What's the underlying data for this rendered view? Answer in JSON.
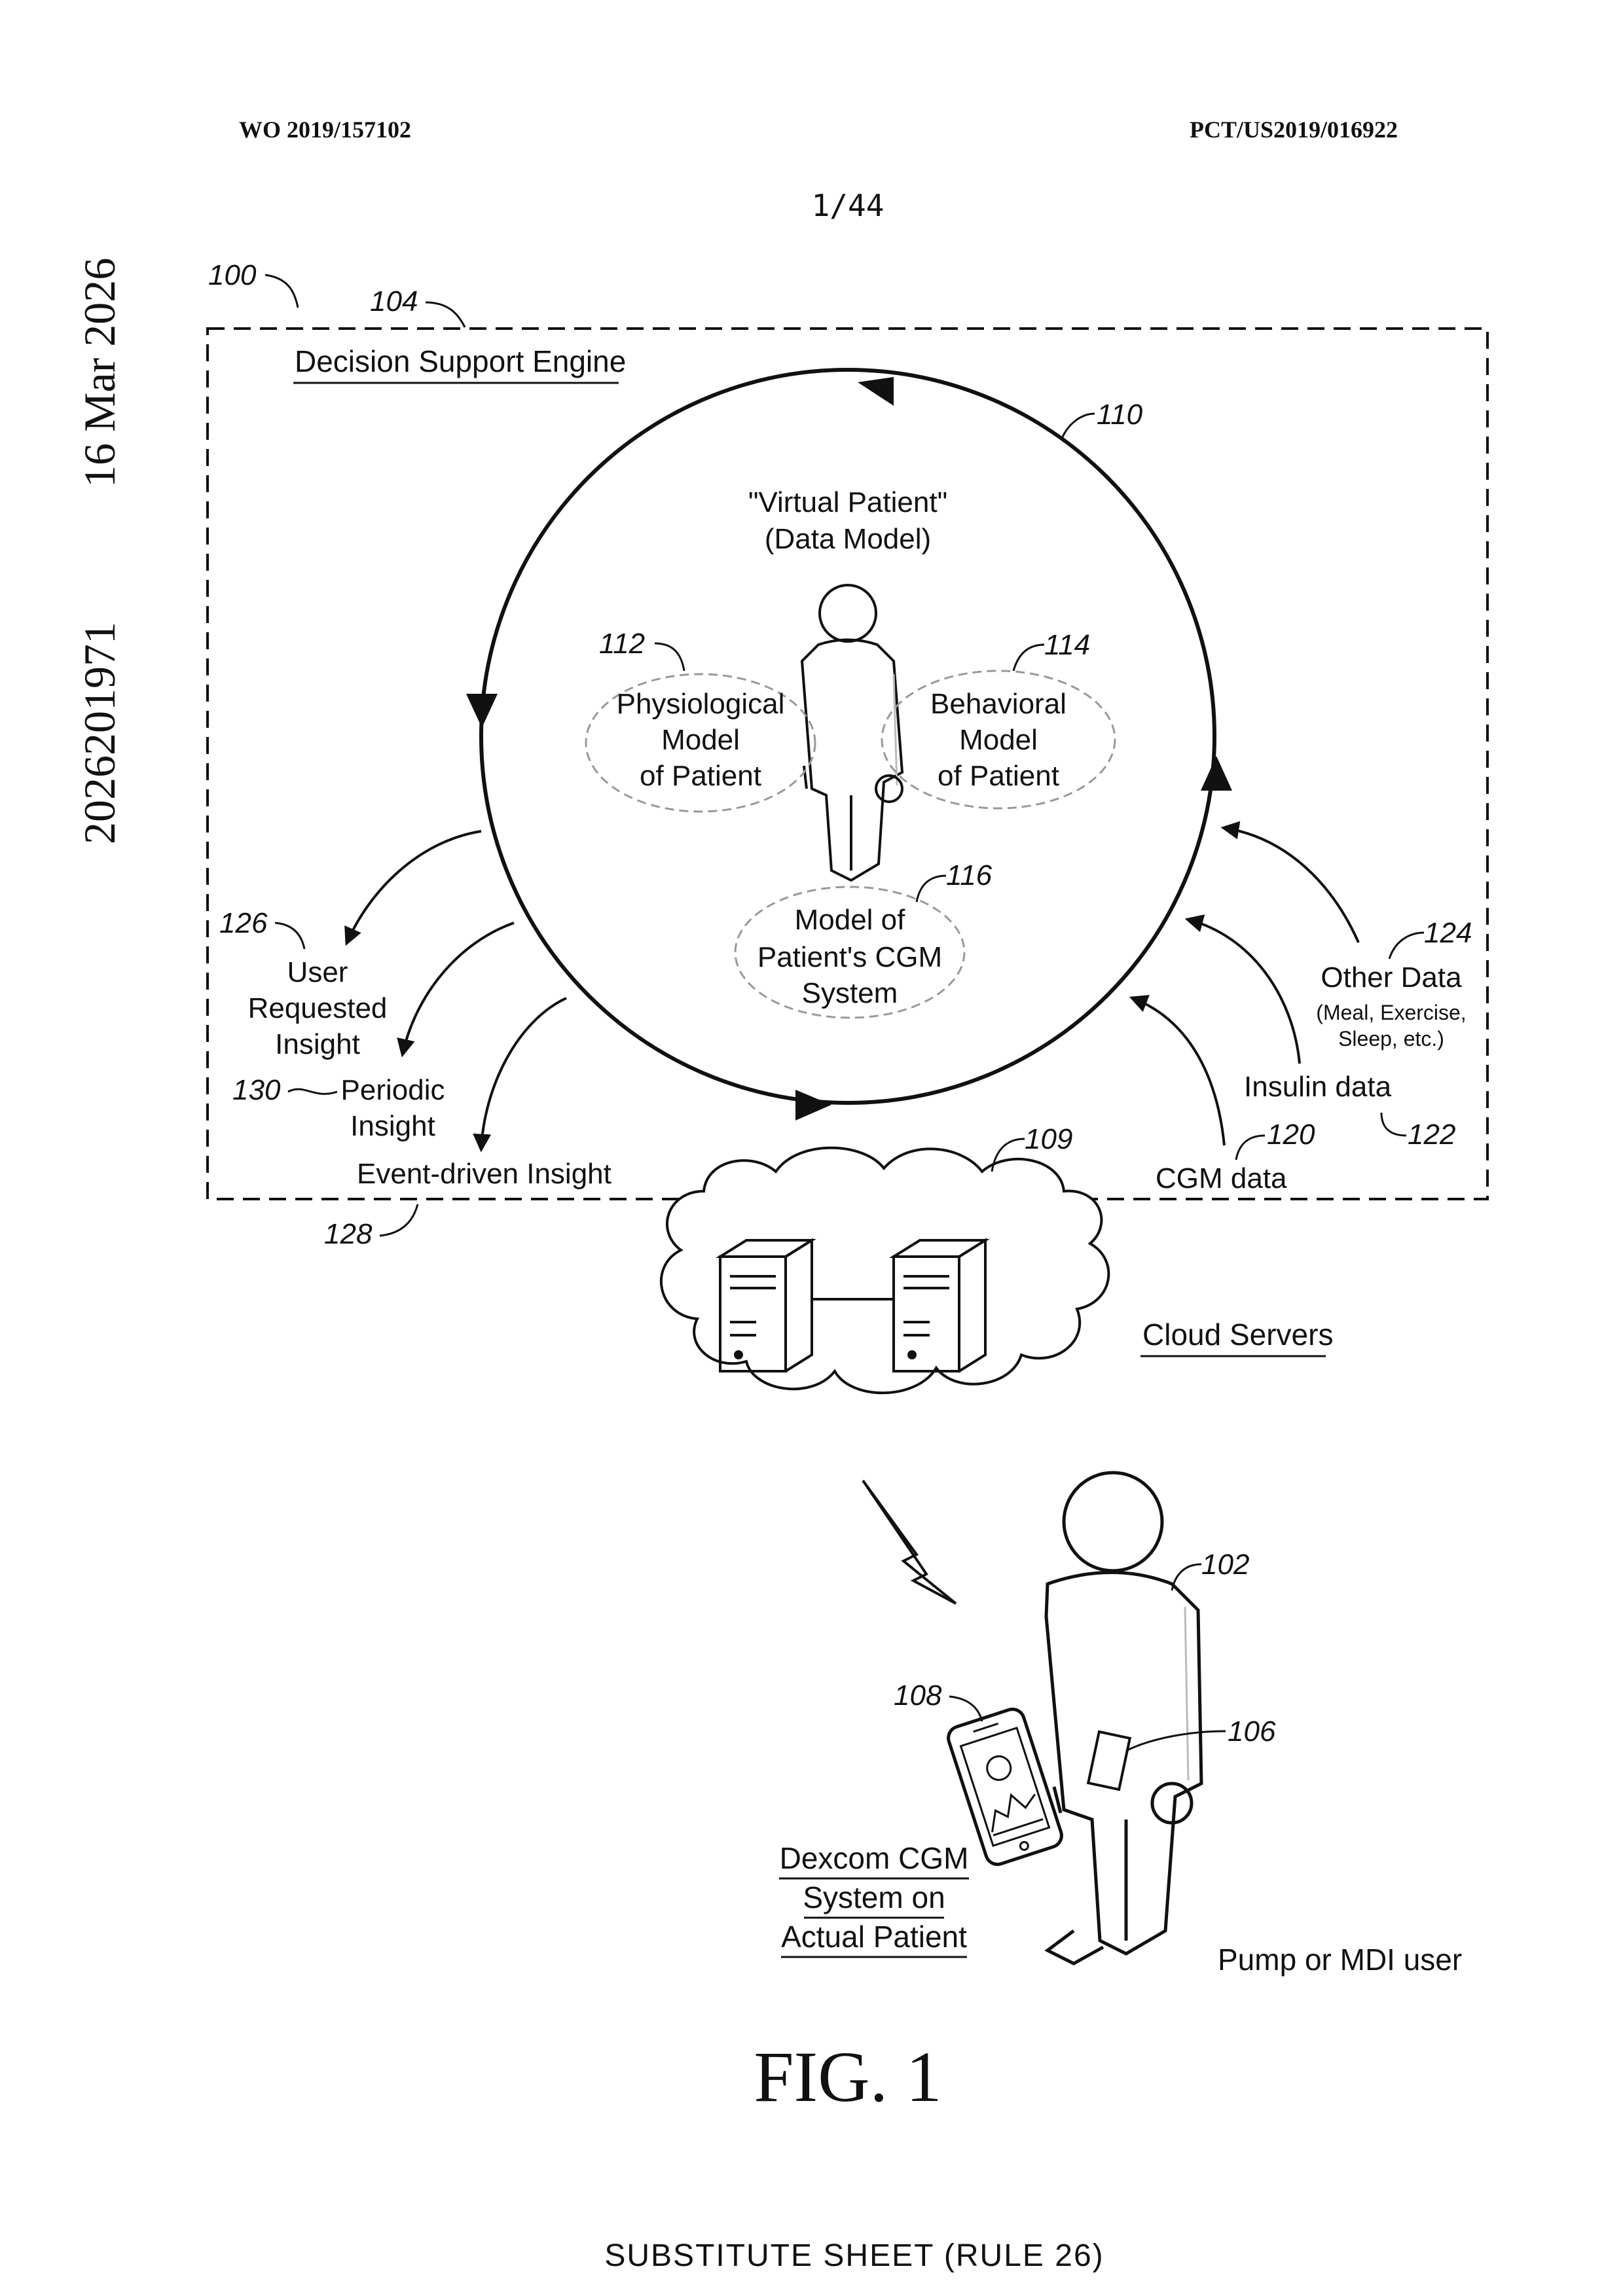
{
  "header": {
    "left": "WO 2019/157102",
    "right": "PCT/US2019/016922",
    "sheet": "1/44"
  },
  "side_stamp": {
    "date": "16 Mar 2026",
    "number": "2026201971"
  },
  "diagram": {
    "refs": {
      "system": "100",
      "engine": "104",
      "loop": "110",
      "physio": "112",
      "behavioral": "114",
      "cgm_model": "116",
      "cgm_data": "120",
      "insulin_data": "122",
      "other_data": "124",
      "user_requested": "126",
      "event_driven": "128",
      "periodic": "130",
      "cloud": "109",
      "patient": "102",
      "sensor": "106",
      "phone": "108"
    },
    "engine_title": "Decision Support Engine",
    "virtual_patient": {
      "line1": "\"Virtual Patient\"",
      "line2": "(Data Model)"
    },
    "physio": {
      "line1": "Physiological",
      "line2": "Model",
      "line3": "of Patient"
    },
    "behavioral": {
      "line1": "Behavioral",
      "line2": "Model",
      "line3": "of Patient"
    },
    "cgm_model": {
      "line1": "Model of",
      "line2": "Patient's CGM",
      "line3": "System"
    },
    "user_requested": {
      "line1": "User",
      "line2": "Requested",
      "line3": "Insight"
    },
    "periodic": {
      "line1": "Periodic",
      "line2": "Insight"
    },
    "event_driven": "Event-driven Insight",
    "other_data": {
      "line1": "Other Data",
      "line2": "(Meal, Exercise,",
      "line3": "Sleep, etc.)"
    },
    "insulin_data": "Insulin data",
    "cgm_data": "CGM data",
    "cloud_label": "Cloud Servers",
    "dexcom": {
      "line1": "Dexcom CGM",
      "line2": "System on",
      "line3": "Actual Patient"
    },
    "pump_user": "Pump or MDI user"
  },
  "figure_label": "FIG. 1",
  "footer": "SUBSTITUTE SHEET (RULE 26)"
}
